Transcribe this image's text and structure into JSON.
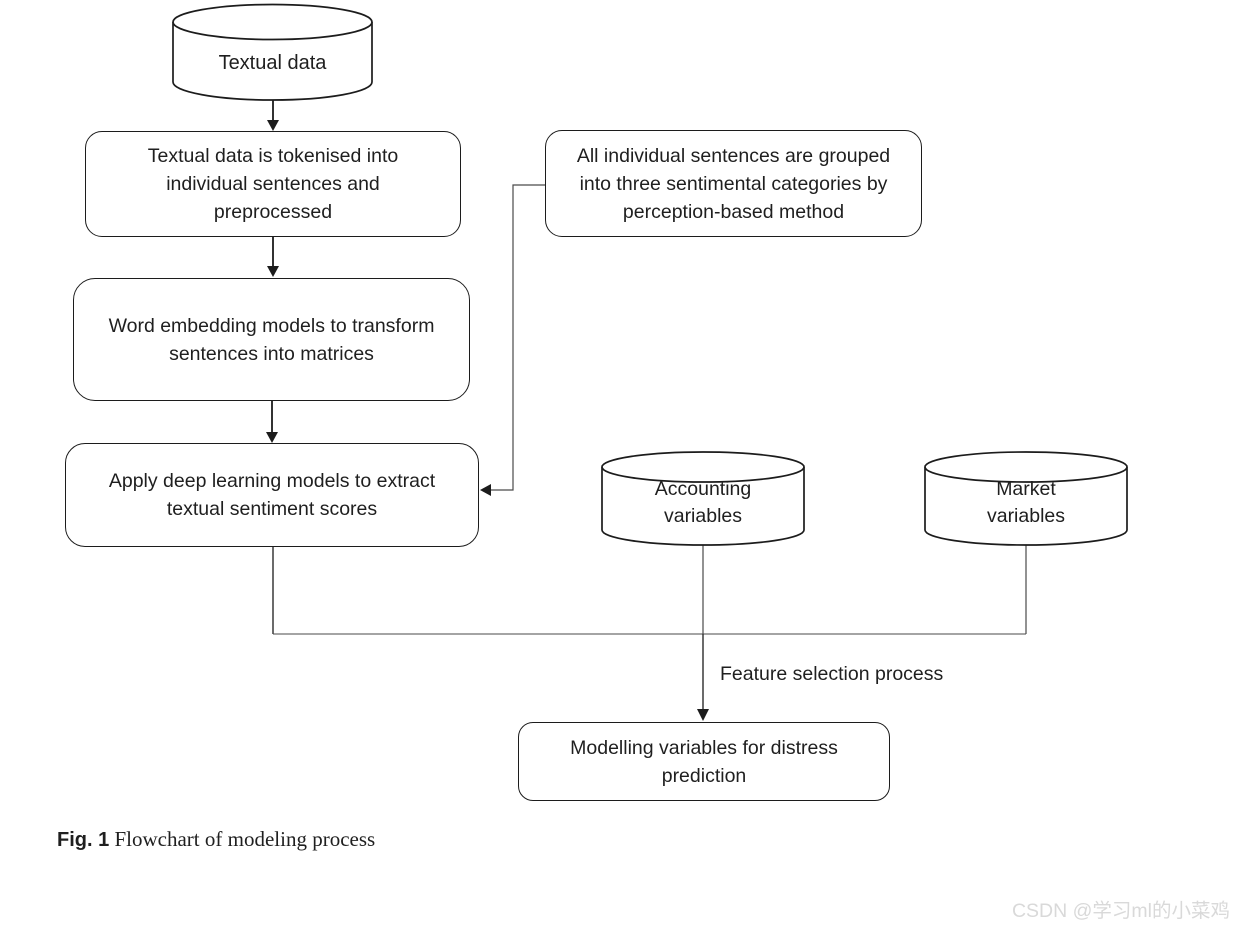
{
  "figure": {
    "caption_prefix": "Fig. 1",
    "caption_text": " Flowchart of modeling process"
  },
  "nodes": {
    "textual_data": {
      "label": "Textual data"
    },
    "tokenise": {
      "lines": [
        "Textual data is tokenised into",
        "individual sentences and",
        "preprocessed"
      ]
    },
    "grouping": {
      "lines": [
        "All individual sentences are grouped",
        "into three sentimental categories by",
        "perception-based method"
      ]
    },
    "embedding": {
      "lines": [
        "Word embedding models to transform",
        "sentences into matrices"
      ]
    },
    "deep_learning": {
      "lines": [
        "Apply deep learning models to extract",
        "textual sentiment scores"
      ]
    },
    "accounting": {
      "lines": [
        "Accounting",
        "variables"
      ]
    },
    "market": {
      "lines": [
        "Market",
        "variables"
      ]
    },
    "modelling": {
      "lines": [
        "Modelling variables for distress",
        "prediction"
      ]
    }
  },
  "labels": {
    "feature_selection": "Feature selection process"
  },
  "watermark": "CSDN @学习ml的小菜鸡",
  "colors": {
    "shape_stroke": "#1c1c1c",
    "connector": "#4a4a4a",
    "text": "#1f1f1f",
    "watermark": "#d9d9d9",
    "background": "#ffffff"
  }
}
